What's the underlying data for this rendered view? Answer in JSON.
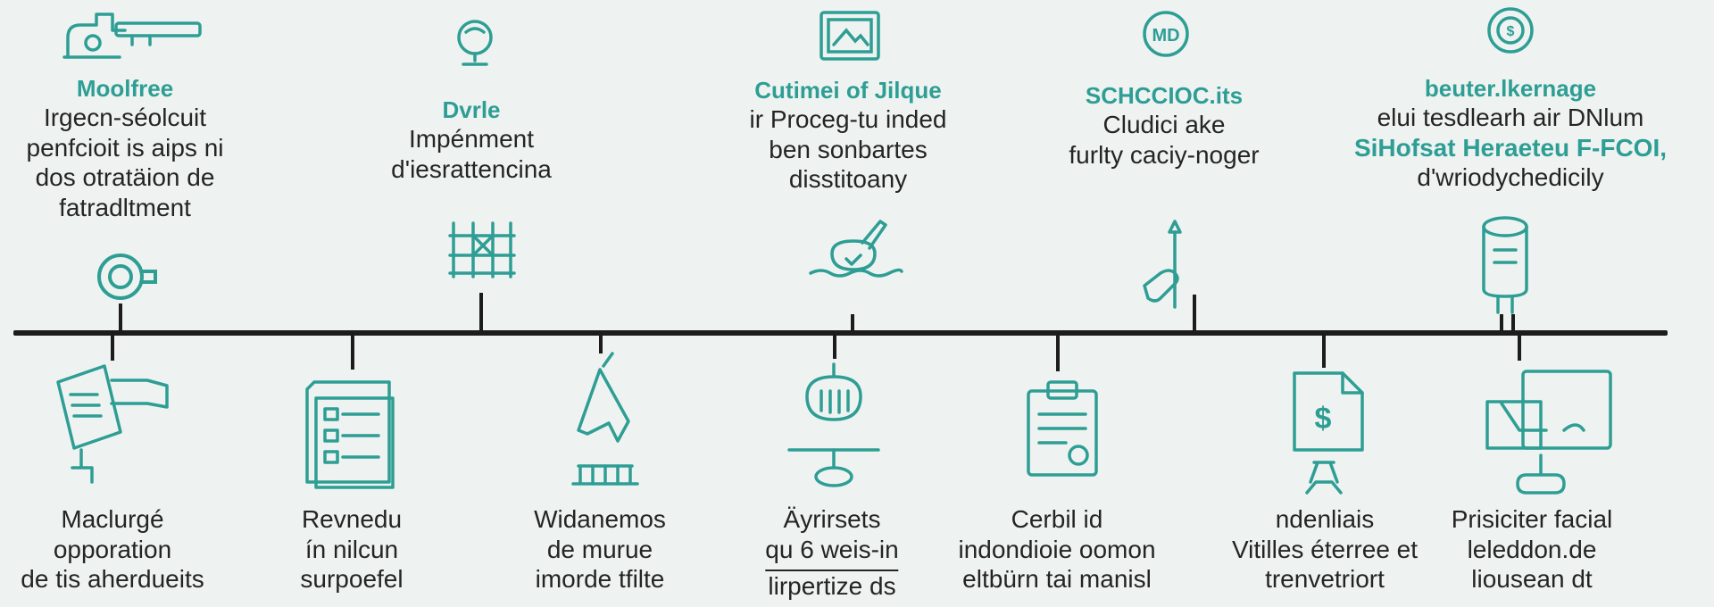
{
  "accent": "#2e9e94",
  "line_color": "#1c1c1c",
  "top": [
    {
      "title": "Moolfree",
      "lines": [
        "Irgecn-séolcuit",
        "penfcioit is aips ni",
        "dos otratäion de",
        "fatradltment"
      ],
      "top_icon": "key-lock-icon",
      "hang_icon": "donut-gear-icon"
    },
    {
      "title": "Dvrle",
      "lines": [
        "Impénment",
        "d'iesrattencina"
      ],
      "top_icon": "globe-stand-icon",
      "hang_icon": "scaffold-grid-icon"
    },
    {
      "title": "Cutimei of Jilque",
      "lines": [
        "ir Proceg-tu inded",
        "ben sonbartes",
        "disstitoany"
      ],
      "top_icon": "framed-map-icon",
      "hang_icon": "pot-pen-icon"
    },
    {
      "title": "SCHCCIOC.its",
      "lines": [
        "Cludici ake",
        "furlty caciy-noger"
      ],
      "top_icon": "md-badge-icon",
      "hang_icon": "thumb-up-icon"
    },
    {
      "title": "beuter.lkernage",
      "lines": [
        "elui tesdlearh air DNlum",
        "SiHofsat Heraeteu F-FCOI,",
        "d'wriodychedicily"
      ],
      "teal_line": 1,
      "top_icon": "dollar-coin-icon",
      "hang_icon": "cylinder-post-icon"
    }
  ],
  "bottom": [
    {
      "lines": [
        "Maclurgé",
        "opporation",
        "de tis aherdueits"
      ],
      "icon": "clipboard-hand-icon"
    },
    {
      "lines": [
        "Revnedu",
        "ín nilcun",
        "surpoefel"
      ],
      "icon": "checklist-document-icon"
    },
    {
      "lines": [
        "Widanemos",
        "de murue",
        "imorde tfilte"
      ],
      "icon": "flask-stand-icon"
    },
    {
      "lines": [
        "Äyrirsets",
        "qu 6 weis-in",
        "lirpertize ds"
      ],
      "icon": "brush-bowl-icon",
      "underline_after": 1
    },
    {
      "lines": [
        "Cerbil id",
        "indondioie oomon",
        "eltbürn tai manisl"
      ],
      "icon": "clipboard-badge-icon"
    },
    {
      "lines": [
        "ndenliais",
        "Vitilles éterree et",
        "trenvetriort"
      ],
      "icon": "dollar-document-icon"
    },
    {
      "lines": [
        "Prisiciter facial",
        "leleddon.de",
        "liousean dt"
      ],
      "icon": "monitor-tool-icon"
    }
  ]
}
